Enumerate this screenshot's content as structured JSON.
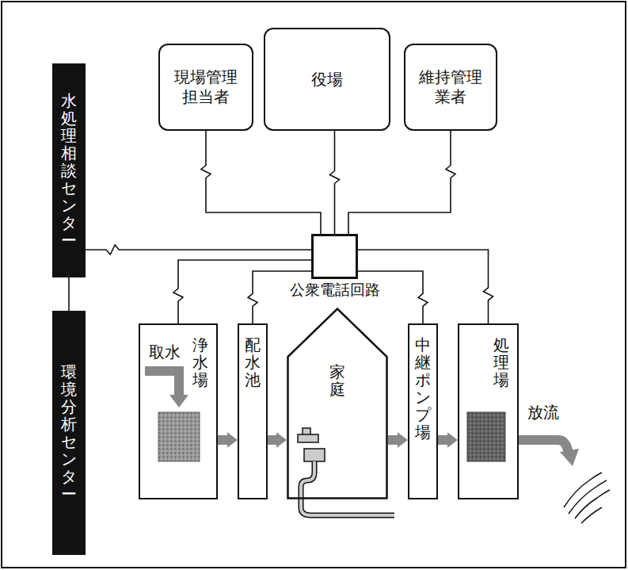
{
  "diagram": {
    "nodes": [
      {
        "text": [
          "現場管理担当者"
        ]
      },
      {
        "text": [
          "役場"
        ]
      },
      {
        "text": [
          "維持管理業者"
        ]
      },
      {
        "text": [
          "水処理相談センター"
        ]
      },
      {
        "text": [
          "公衆電話回路"
        ]
      },
      {
        "text": [
          "環境分析センター"
        ]
      },
      {
        "text": [
          "浄水場"
        ]
      },
      {
        "text": [
          "配水池"
        ]
      },
      {
        "text": [
          "家庭"
        ]
      },
      {
        "text": [
          "中継ポンプ場"
        ]
      },
      {
        "text": [
          "処理場"
        ]
      }
    ],
    "edges": [
      {
        "from": 0,
        "to": 4,
        "arrow": "none"
      },
      {
        "from": 1,
        "to": 4,
        "arrow": "none"
      },
      {
        "from": 2,
        "to": 4,
        "arrow": "none"
      },
      {
        "from": 3,
        "to": 4,
        "arrow": "none"
      },
      {
        "from": 6,
        "to": 4,
        "arrow": "none"
      },
      {
        "from": 7,
        "to": 4,
        "arrow": "none"
      },
      {
        "from": 9,
        "to": 4,
        "arrow": "none"
      },
      {
        "from": 10,
        "to": 4,
        "arrow": "none"
      },
      {
        "from": 3,
        "to": 5,
        "arrow": "none"
      },
      {
        "from": 6,
        "to": 7,
        "arrow": "to"
      },
      {
        "from": 7,
        "to": 8,
        "arrow": "to"
      },
      {
        "from": 8,
        "to": 9,
        "arrow": "to"
      },
      {
        "from": 9,
        "to": 10,
        "arrow": "to"
      }
    ],
    "labels": [
      "取水",
      "放流"
    ]
  }
}
